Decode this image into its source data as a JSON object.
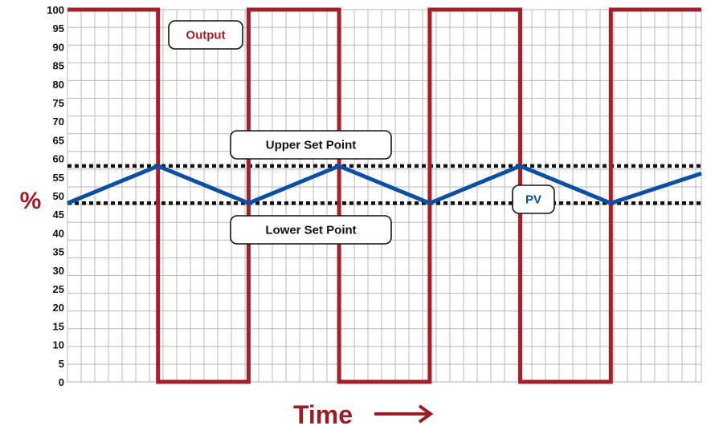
{
  "chart_data": {
    "type": "line",
    "ylabel": "%",
    "xlabel": "Time",
    "ylim": [
      0,
      100
    ],
    "y_ticks": [
      "100",
      "95",
      "90",
      "85",
      "80",
      "75",
      "70",
      "65",
      "60",
      "55",
      "50",
      "45",
      "40",
      "35",
      "30",
      "25",
      "20",
      "15",
      "10",
      "5",
      "0"
    ],
    "grid": true,
    "upper_set_point": 58,
    "lower_set_point": 48,
    "series": [
      {
        "name": "Output",
        "color": "#a3202b",
        "style": "step",
        "x": [
          0,
          1,
          1,
          2,
          2,
          3,
          3,
          4,
          4,
          5,
          5,
          6,
          6,
          7
        ],
        "values": [
          100,
          100,
          0,
          0,
          100,
          100,
          0,
          0,
          100,
          100,
          0,
          0,
          100,
          100
        ]
      },
      {
        "name": "PV",
        "color": "#0b4fa3",
        "style": "line",
        "x": [
          0,
          1,
          2,
          3,
          4,
          5,
          6,
          7
        ],
        "values": [
          48,
          58,
          48,
          58,
          48,
          58,
          48,
          56
        ]
      }
    ],
    "annotations": [
      {
        "label": "Output",
        "color": "#a3202b"
      },
      {
        "label": "Upper Set Point",
        "color": "#111111"
      },
      {
        "label": "Lower Set Point",
        "color": "#111111"
      },
      {
        "label": "PV",
        "color": "#0b4fa3"
      }
    ],
    "set_point_line_color": "#111111",
    "grid_color": "#b9b9b9",
    "time_arrow_icon": "right-arrow-icon"
  }
}
